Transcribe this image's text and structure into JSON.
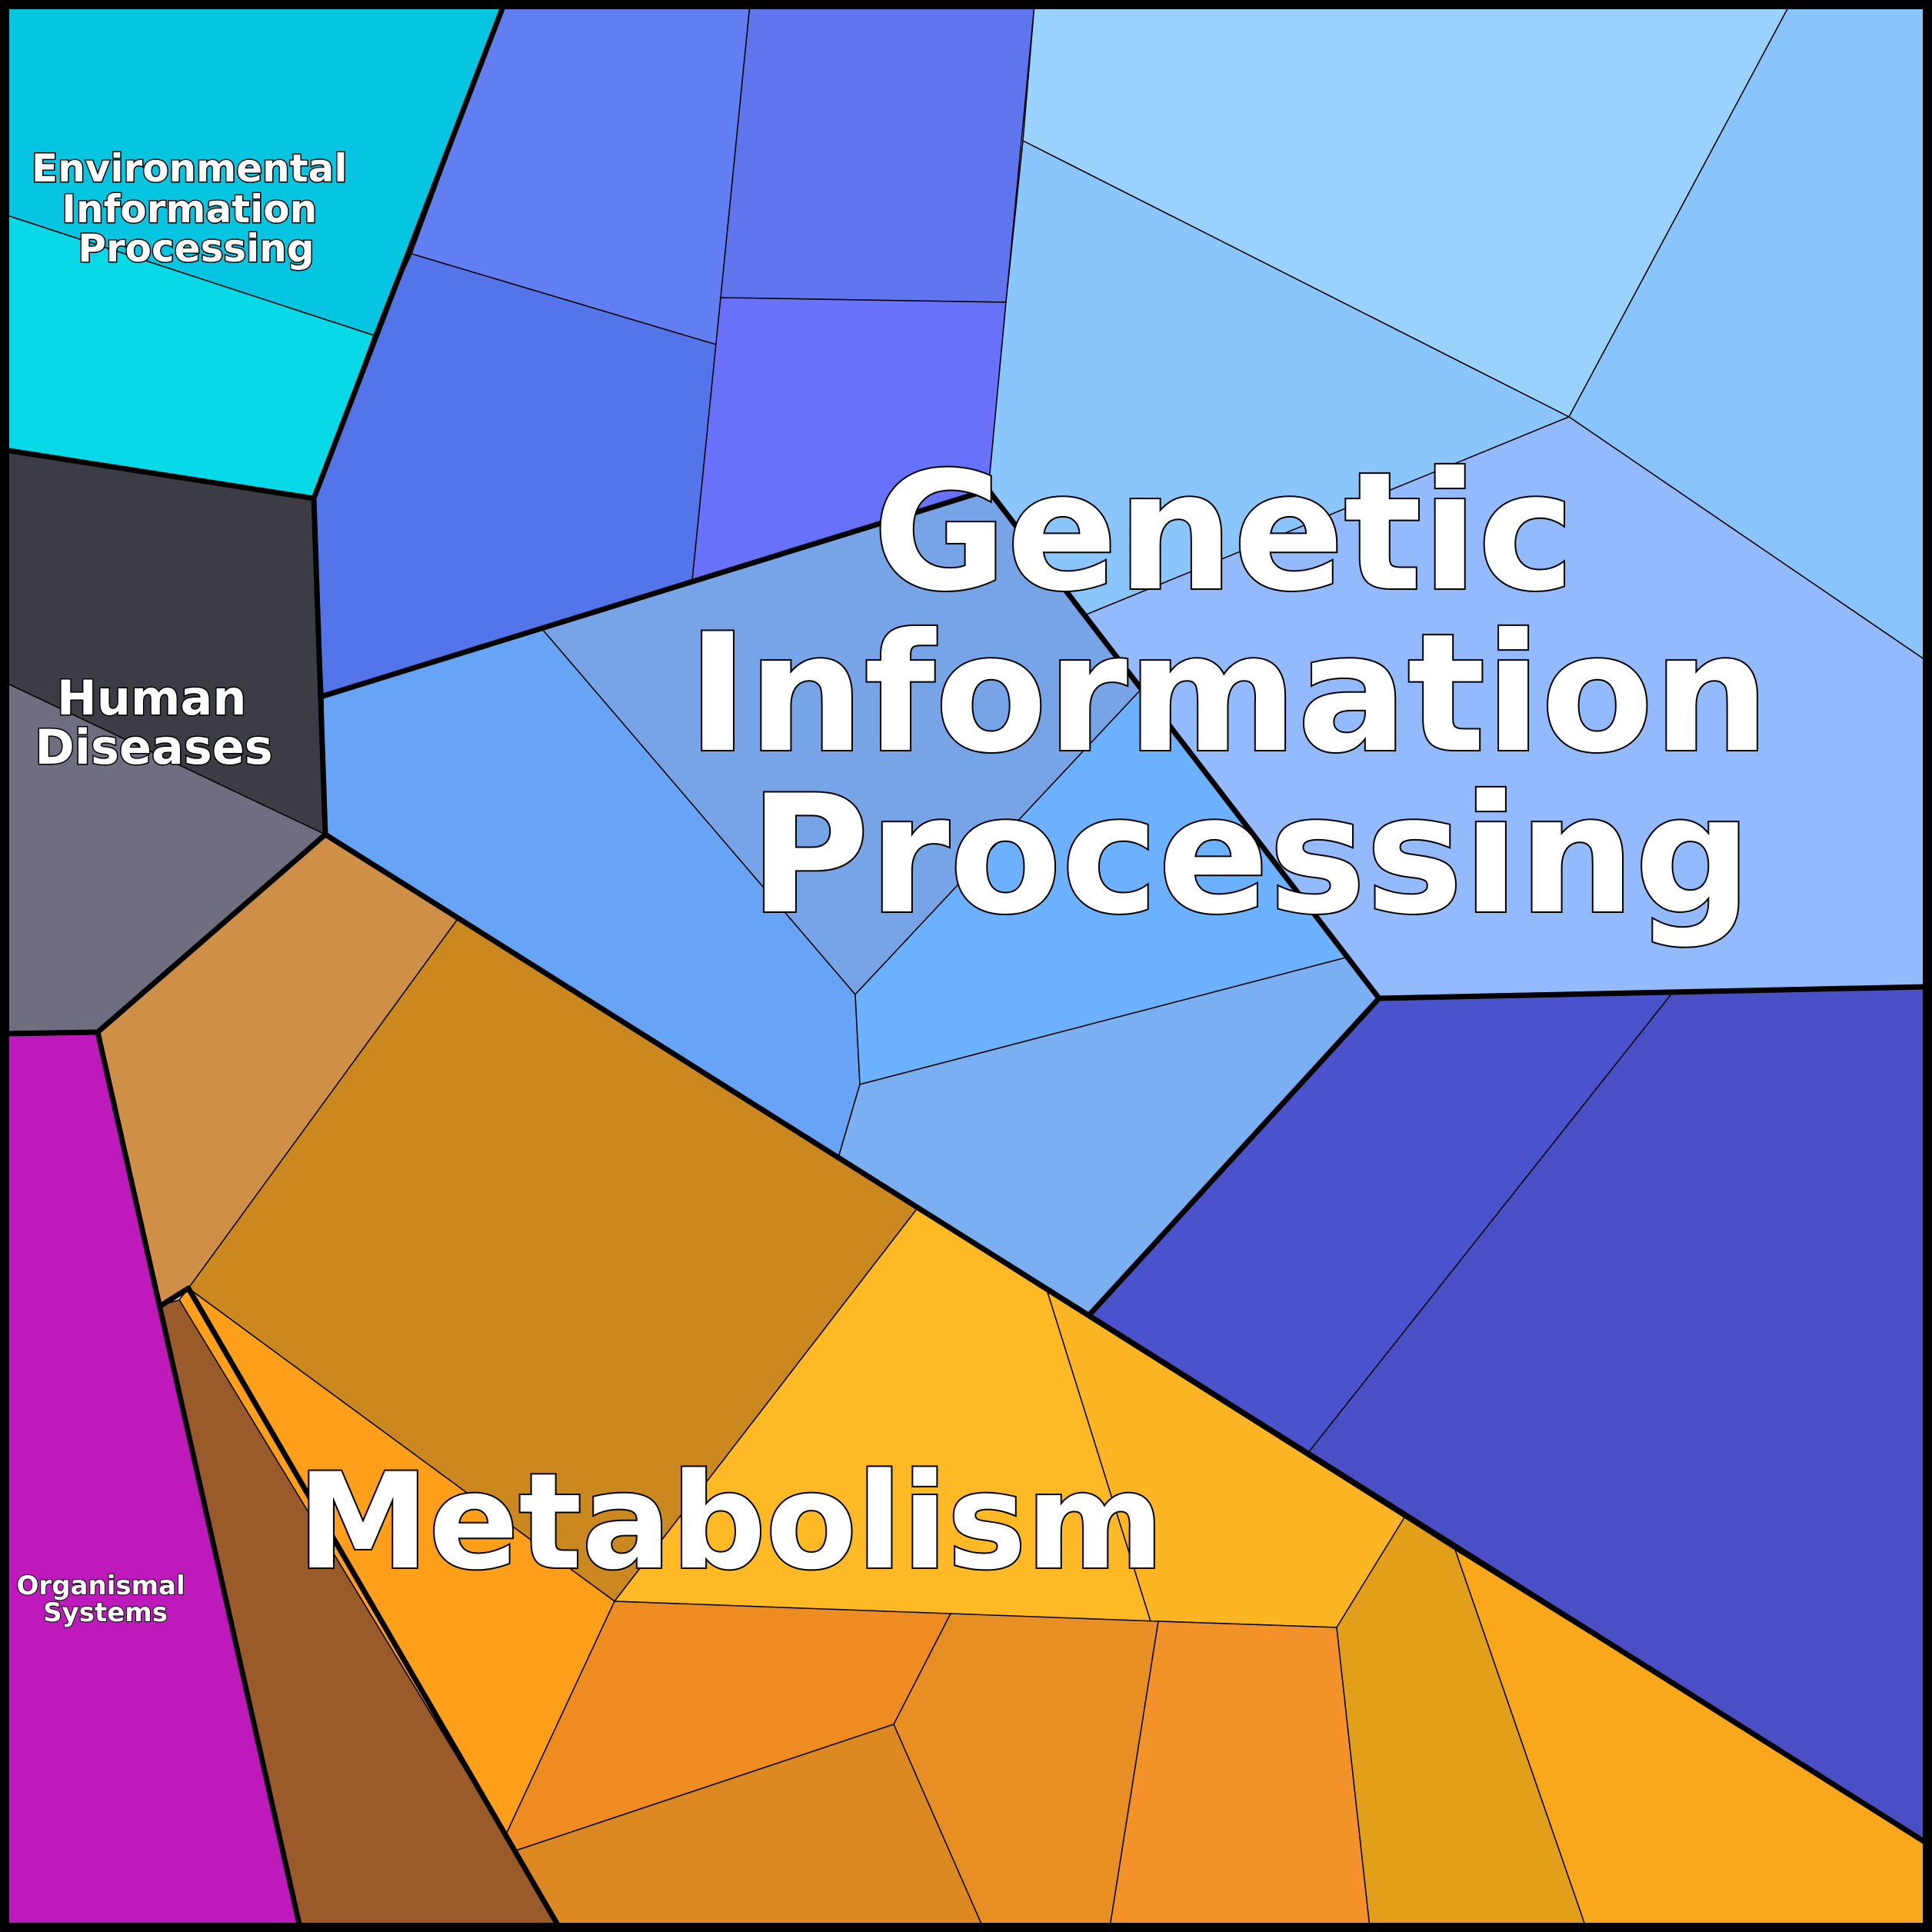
{
  "diagram": {
    "type": "voronoi-treemap",
    "categories": [
      {
        "name": "Environmental Information Processing",
        "lines": [
          "Environmental",
          "Information",
          "Processing"
        ],
        "color": "#06C5E0"
      },
      {
        "name": "Genetic Information Processing",
        "lines": [
          "Genetic",
          "Information",
          "Processing"
        ],
        "color": "#8AC6FC"
      },
      {
        "name": "Human Diseases",
        "lines": [
          "Human",
          "Diseases"
        ],
        "color": "#3C3D44"
      },
      {
        "name": "Organismal Systems",
        "lines": [
          "Organismal",
          "Systems"
        ],
        "color": "#BE19BB"
      },
      {
        "name": "Metabolism",
        "lines": [
          "Metabolism"
        ],
        "color": "#CA881F"
      }
    ],
    "cell_colors": {
      "env_top": "#06C5E0",
      "env_bottom": "#07D9E7",
      "human_top": "#3C3D44",
      "human_bottom": "#6E6E80",
      "organismal": "#BE19BB",
      "gen_blue_a": "#617EF2",
      "gen_blue_b": "#5F75EE",
      "gen_blue_c": "#5474EA",
      "gen_violet": "#6771FA",
      "gen_sky_a": "#9AD2FE",
      "gen_sky_b": "#8AC6FC",
      "gen_sky_c": "#8AC4FC",
      "gen_sky_d": "#92BAFD",
      "gen_mid_a": "#67A4F6",
      "gen_mid_b": "#77A4E6",
      "gen_mid_c": "#6CB1FE",
      "gen_mid_d": "#7AAFF2",
      "gen_indigo_a": "#4A53CB",
      "gen_indigo_b": "#4A4FC5",
      "met_tan": "#D08F47",
      "met_gold": "#CA881F",
      "met_orange": "#FE9F1A",
      "met_brown": "#9B5A2A",
      "met_yellow_a": "#FEB924",
      "met_yellow_b": "#FDB524",
      "met_orange_b": "#EF8C21",
      "met_orange_c": "#E78F22",
      "met_orange_d": "#F39228",
      "met_ochre": "#E2A01A",
      "met_amber": "#F9A81B",
      "met_dark_orange": "#DD8922"
    }
  }
}
